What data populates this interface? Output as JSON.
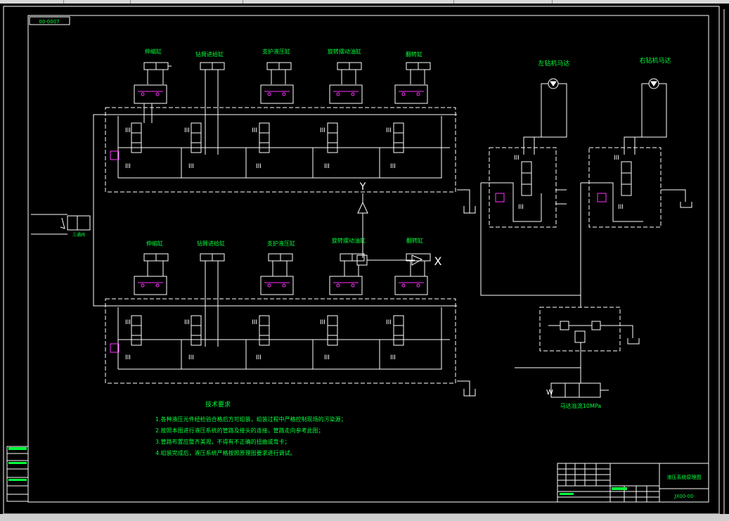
{
  "drawing": {
    "code_box": "00-0007",
    "title_block": {
      "name": "液压系统原理图",
      "number": "JX00-00"
    },
    "upper_labels": [
      "伸缩缸",
      "钻臂进给缸",
      "支护液压缸",
      "旋转摆动油缸",
      "翻转缸"
    ],
    "lower_labels": [
      "伸缩缸",
      "钻臂进给缸",
      "支护液压缸",
      "旋转摆动油缸",
      "翻转缸"
    ],
    "motor_labels": [
      "左钻机马达",
      "右钻机马达"
    ],
    "valve_label": "三通阀",
    "relief_label": "马达溢流10MPa",
    "letters": {
      "y": "Y",
      "x": "X"
    },
    "tech": {
      "title": "技术要求",
      "items": [
        "1.各种液压元件经检验合格后方可组装，组装过程中严格控制现场的污染源；",
        "2.按照本图进行液压系统的管路及接头的连接，管路走向参考此图；",
        "3.管路布置应整齐美观，不得有不正确的扭曲或弯卡；",
        "4.组装完成后，液压系统严格按照原理图要求进行调试。"
      ]
    },
    "colors": {
      "line": "#ffffff",
      "label": "#00ff3c",
      "accent": "#ff33ff",
      "background": "#000000"
    }
  }
}
